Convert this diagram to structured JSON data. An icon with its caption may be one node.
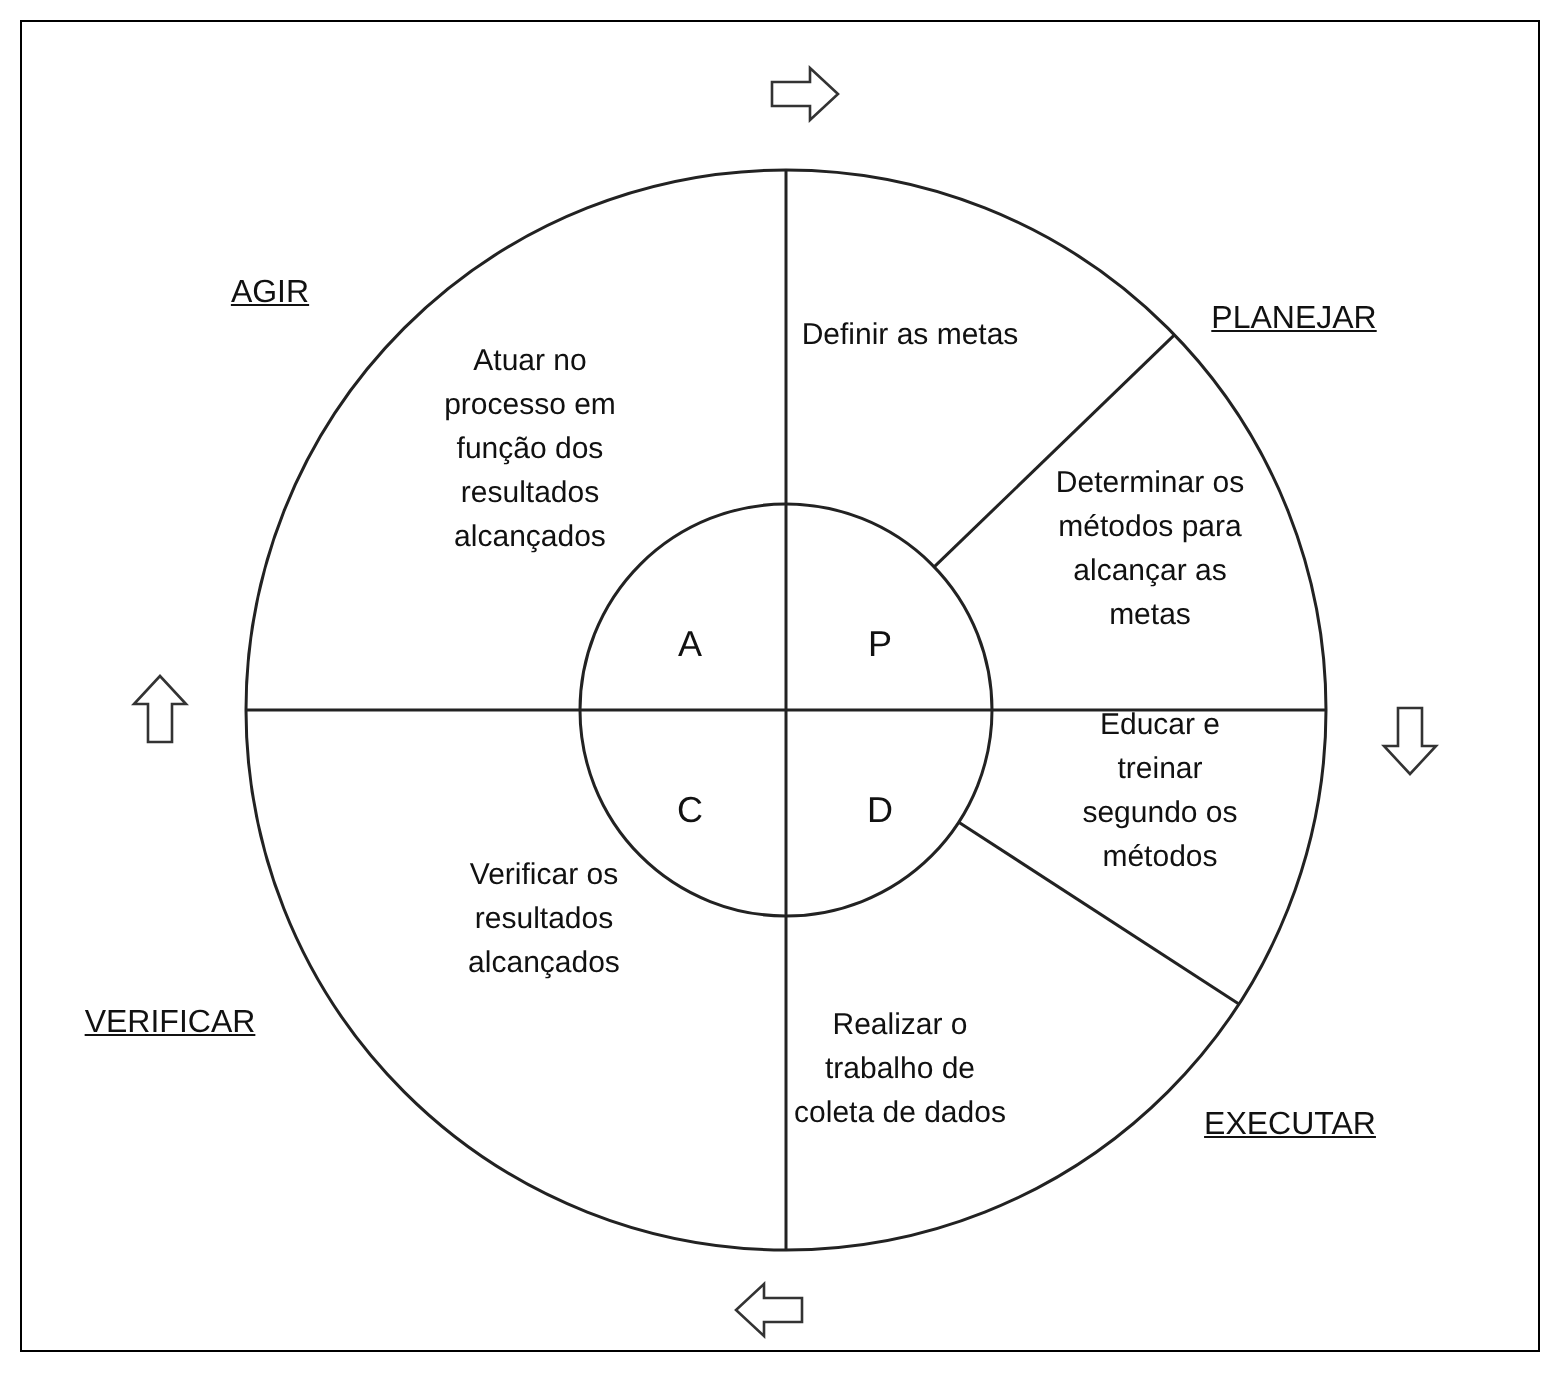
{
  "diagram": {
    "nodes": [
      {
        "text": [
          "Definir as metas"
        ]
      },
      {
        "text": [
          "Determinar os métodos para alcançar as metas"
        ]
      },
      {
        "text": [
          "Educar e treinar segundo os métodos"
        ]
      },
      {
        "text": [
          "Realizar o trabalho de coleta de dados"
        ]
      },
      {
        "text": [
          "Verificar os resultados alcançados"
        ]
      },
      {
        "text": [
          "Atuar no processo em função dos resultados alcançados"
        ]
      },
      {
        "text": [
          "A"
        ]
      },
      {
        "text": [
          "P"
        ]
      },
      {
        "text": [
          "C"
        ]
      },
      {
        "text": [
          "D"
        ]
      }
    ],
    "labels": [
      "AGIR",
      "PLANEJAR",
      "VERIFICAR",
      "EXECUTAR"
    ]
  }
}
